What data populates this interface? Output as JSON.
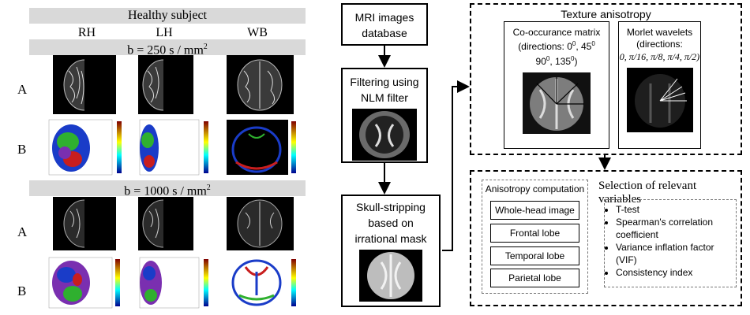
{
  "left_panel": {
    "title": "Healthy subject",
    "columns": [
      "RH",
      "LH",
      "WB"
    ],
    "section1": {
      "b_label": "b = 250 s / mm",
      "b_exp": "2"
    },
    "section2": {
      "b_label": "b = 1000 s / mm",
      "b_exp": "2"
    },
    "row_labels": {
      "a": "A",
      "b": "B"
    }
  },
  "flow": {
    "database": "MRI images database",
    "filtering": "Filtering using NLM filter",
    "skull": "Skull-stripping based on irrational mask"
  },
  "texture": {
    "title": "Texture anisotropy",
    "cooc_title": "Co-occurance matrix",
    "cooc_dirs_line1_pre": "(directions: 0",
    "cooc_dirs_line1_mid": ", 45",
    "cooc_dirs_line2_a": "90",
    "cooc_dirs_line2_b": ", 135",
    "cooc_dirs_line2_end": ")",
    "deg": "0",
    "morlet_title": "Morlet wavelets",
    "morlet_dirs": "(directions:",
    "morlet_formula": "0, π/16, π/8, π/4, π/2)"
  },
  "anisotropy": {
    "title": "Anisotropy computation",
    "regions": [
      "Whole-head image",
      "Frontal lobe",
      "Temporal lobe",
      "Parietal lobe"
    ]
  },
  "selection": {
    "title": "Selection of relevant variables",
    "items": [
      "T-test",
      "Spearman's correlation coefficient",
      "Variance inflation factor (VIF)",
      "Consistency index"
    ]
  }
}
